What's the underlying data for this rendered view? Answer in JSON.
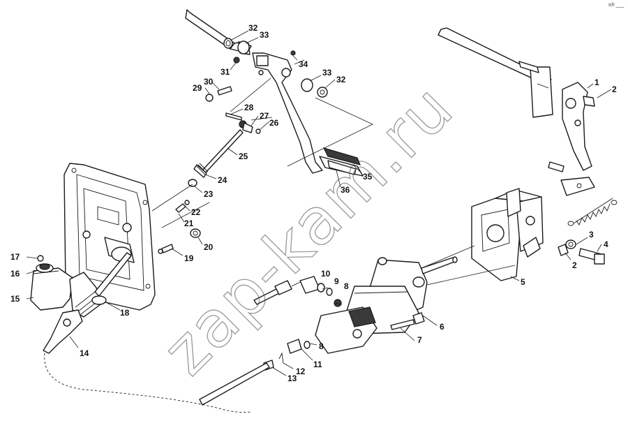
{
  "watermark": "zap-kam.ru",
  "corner_mark": "s® ___",
  "labels": {
    "p1": "1",
    "p2": "2",
    "p2b": "2",
    "p3": "3",
    "p4": "4",
    "p5": "5",
    "p6": "6",
    "p7": "7",
    "p8": "8",
    "p8b": "8",
    "p9": "9",
    "p10": "10",
    "p11": "11",
    "p12": "12",
    "p13": "13",
    "p14": "14",
    "p15": "15",
    "p16": "16",
    "p17": "17",
    "p18": "18",
    "p19": "19",
    "p20": "20",
    "p21": "21",
    "p22": "22",
    "p23": "23",
    "p24": "24",
    "p25": "25",
    "p26": "26",
    "p27": "27",
    "p28": "28",
    "p29": "29",
    "p30": "30",
    "p31": "31",
    "p32": "32",
    "p32b": "32",
    "p33": "33",
    "p33b": "33",
    "p34": "34",
    "p35": "35",
    "p36": "36"
  }
}
